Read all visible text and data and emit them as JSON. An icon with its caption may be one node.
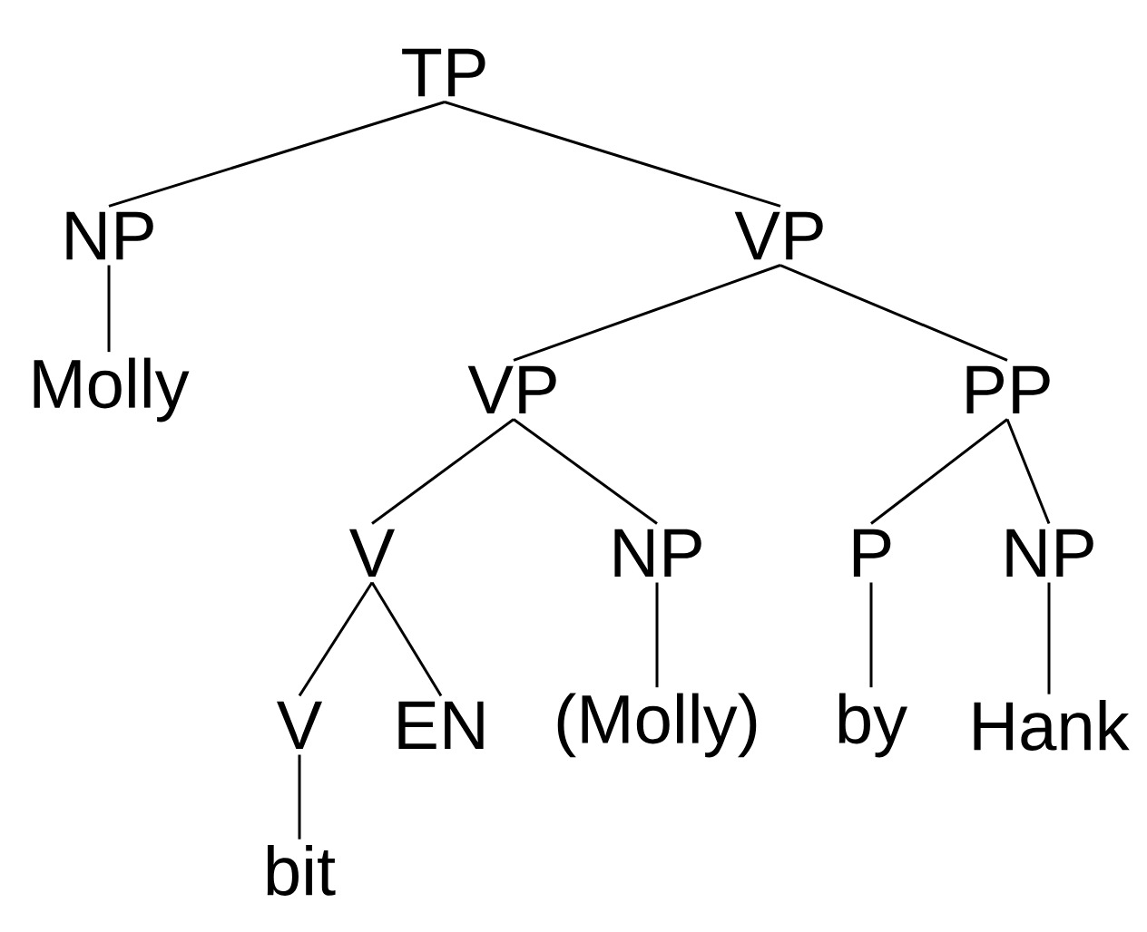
{
  "diagram": {
    "nodes": [
      {
        "text": [
          "TP"
        ]
      },
      {
        "text": [
          "NP"
        ]
      },
      {
        "text": [
          "Molly"
        ]
      },
      {
        "text": [
          "VP"
        ]
      },
      {
        "text": [
          "VP"
        ]
      },
      {
        "text": [
          "PP"
        ]
      },
      {
        "text": [
          "V"
        ]
      },
      {
        "text": [
          "NP"
        ]
      },
      {
        "text": [
          "P"
        ]
      },
      {
        "text": [
          "NP"
        ]
      },
      {
        "text": [
          "V"
        ]
      },
      {
        "text": [
          "EN"
        ]
      },
      {
        "text": [
          "(Molly)"
        ]
      },
      {
        "text": [
          "by"
        ]
      },
      {
        "text": [
          "Hank"
        ]
      },
      {
        "text": [
          "bit"
        ]
      }
    ],
    "edges": [
      {
        "from": 0,
        "to": 1,
        "arrow": "none"
      },
      {
        "from": 0,
        "to": 3,
        "arrow": "none"
      },
      {
        "from": 1,
        "to": 2,
        "arrow": "none"
      },
      {
        "from": 3,
        "to": 4,
        "arrow": "none"
      },
      {
        "from": 3,
        "to": 5,
        "arrow": "none"
      },
      {
        "from": 4,
        "to": 6,
        "arrow": "none"
      },
      {
        "from": 4,
        "to": 7,
        "arrow": "none"
      },
      {
        "from": 5,
        "to": 8,
        "arrow": "none"
      },
      {
        "from": 5,
        "to": 9,
        "arrow": "none"
      },
      {
        "from": 6,
        "to": 10,
        "arrow": "none"
      },
      {
        "from": 6,
        "to": 11,
        "arrow": "none"
      },
      {
        "from": 7,
        "to": 12,
        "arrow": "none"
      },
      {
        "from": 8,
        "to": 13,
        "arrow": "none"
      },
      {
        "from": 9,
        "to": 14,
        "arrow": "none"
      },
      {
        "from": 10,
        "to": 15,
        "arrow": "none"
      }
    ]
  }
}
